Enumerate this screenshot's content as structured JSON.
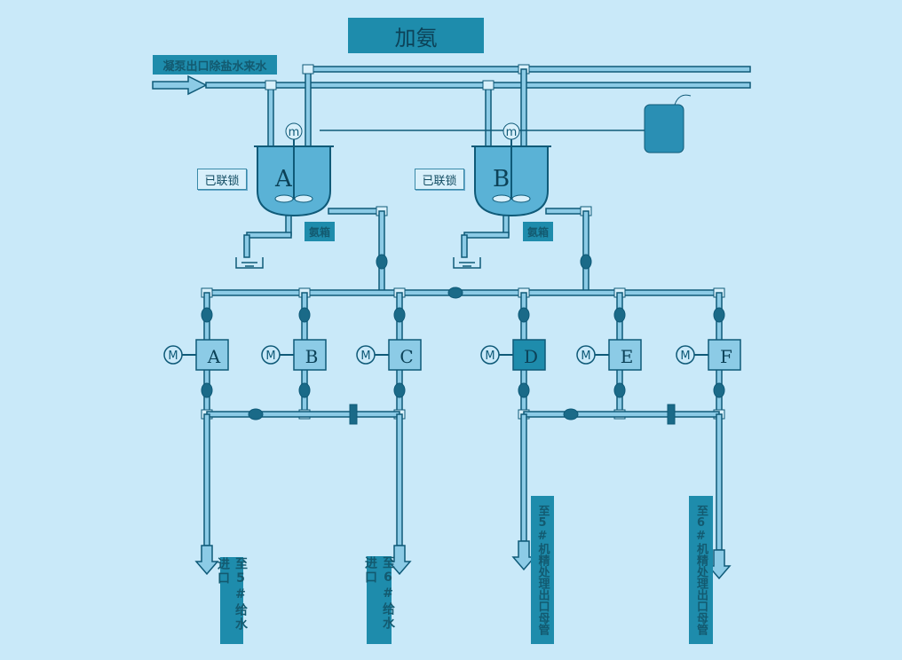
{
  "title": "加氨",
  "inlet_label": "凝泵出口除盐水来水",
  "tanks": [
    {
      "id": "A",
      "status": "已联锁",
      "label": "氨箱"
    },
    {
      "id": "B",
      "status": "已联锁",
      "label": "氨箱"
    }
  ],
  "motor_symbol": "M",
  "mixer_symbol": "m",
  "pumps": [
    "A",
    "B",
    "C",
    "D",
    "E",
    "F"
  ],
  "outlets": [
    "至5#给水进口",
    "至6#给水进口",
    "至5#机精处理出口母管",
    "至6#机精处理出口母管"
  ],
  "colors": {
    "background": "#c9e9f9",
    "pipe": "#0f5a78",
    "accent": "#1e8cac"
  }
}
